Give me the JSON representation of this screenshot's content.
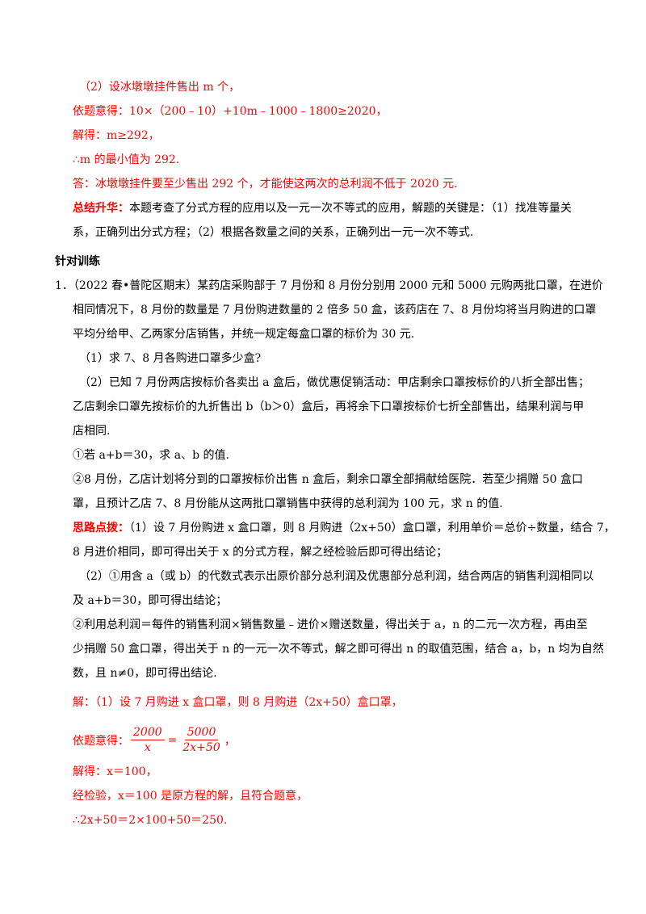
{
  "lines": {
    "l1": "（2）设冰墩墩挂件售出 m 个，",
    "l2": "依题意得：10×（200﹣10）+10m﹣1000﹣1800≥2020，",
    "l3": "解得：m≥292，",
    "l4": "∴m 的最小值为 292.",
    "l5": "答：冰墩墩挂件要至少售出 292 个，才能使这两次的总利润不低于 2020 元.",
    "summary_label": "总结升华：",
    "summary_1": "本题考查了分式方程的应用以及一元一次不等式的应用，解题的关键是：（1）找准等量关",
    "summary_2": "系，正确列出分式方程；（2）根据各数量之间的关系，正确列出一元一次不等式.",
    "section_title": "针对训练",
    "q1_num": "1．",
    "q1_1": "（2022 春•普陀区期末）某药店采购部于 7 月份和 8 月份分别用 2000 元和 5000 元购两批口罩，在进价",
    "q1_2": "相同情况下，8 月份的数量是 7 月份购进数量的 2 倍多 50 盒，该药店在 7、8 月份均将当月购进的口罩",
    "q1_3": "平均分给甲、乙两家分店销售，并统一规定每盒口罩的标价为 30 元.",
    "q1_4": "（1）求 7、8 月各购进口罩多少盒?",
    "q1_5": "（2）已知 7 月份两店按标价各卖出 a 盒后，做优惠促销活动：甲店剩余口罩按标价的八折全部出售；",
    "q1_6": "乙店剩余口罩先按标价的九折售出 b（b＞0）盒后，再将余下口罩按标价七折全部售出，结果利润与甲",
    "q1_7": "店相同.",
    "q1_8": "①若 a+b＝30，求 a、b 的值.",
    "q1_9": "②8 月份，乙店计划将分到的口罩按标价出售 n 盒后，剩余口罩全部捐献给医院．若至少捐赠 50 盒口",
    "q1_10": "罩，且预计乙店 7、8 月份能从这两批口罩销售中获得的总利润为 100 元，求 n 的值.",
    "hint_label": "思路点拨：",
    "hint_1": "（1）设 7 月份购进 x 盒口罩，则 8 月购进（2x+50）盒口罩，利用单价＝总价÷数量，结合 7，",
    "hint_2": "8 月进价相同，即可得出关于 x 的分式方程，解之经检验后即可得出结论；",
    "hint_3": "（2）①用含 a（或 b）的代数式表示出原价部分总利润及优惠部分总利润，结合两店的销售利润相同以",
    "hint_4": "及 a+b＝30，即可得出结论；",
    "hint_5": "②利用总利润＝每件的销售利润×销售数量﹣进价×赠送数量，得出关于 a，n 的二元一次方程，再由至",
    "hint_6": "少捐赠 50 盒口罩，得出关于 n 的一元一次不等式，解之即可得出 n 的取值范围，结合 a，b，n 均为自然",
    "hint_7": "数，且 n≠0，即可得出结论.",
    "sol_1": "解：（1）设 7 月购进 x 盒口罩，则 8 月购进（2x+50）盒口罩，",
    "sol_2_prefix": "依题意得：",
    "frac1_num": "2000",
    "frac1_den": "x",
    "frac_eq": "=",
    "frac2_num": "5000",
    "frac2_den": "2x+50",
    "frac_tail": "，",
    "sol_3": "解得：x＝100，",
    "sol_4": "经检验，x＝100 是原方程的解，且符合题意，",
    "sol_5": "∴2x+50＝2×100+50＝250."
  },
  "colors": {
    "red": "#ff0000",
    "text": "#000000"
  }
}
